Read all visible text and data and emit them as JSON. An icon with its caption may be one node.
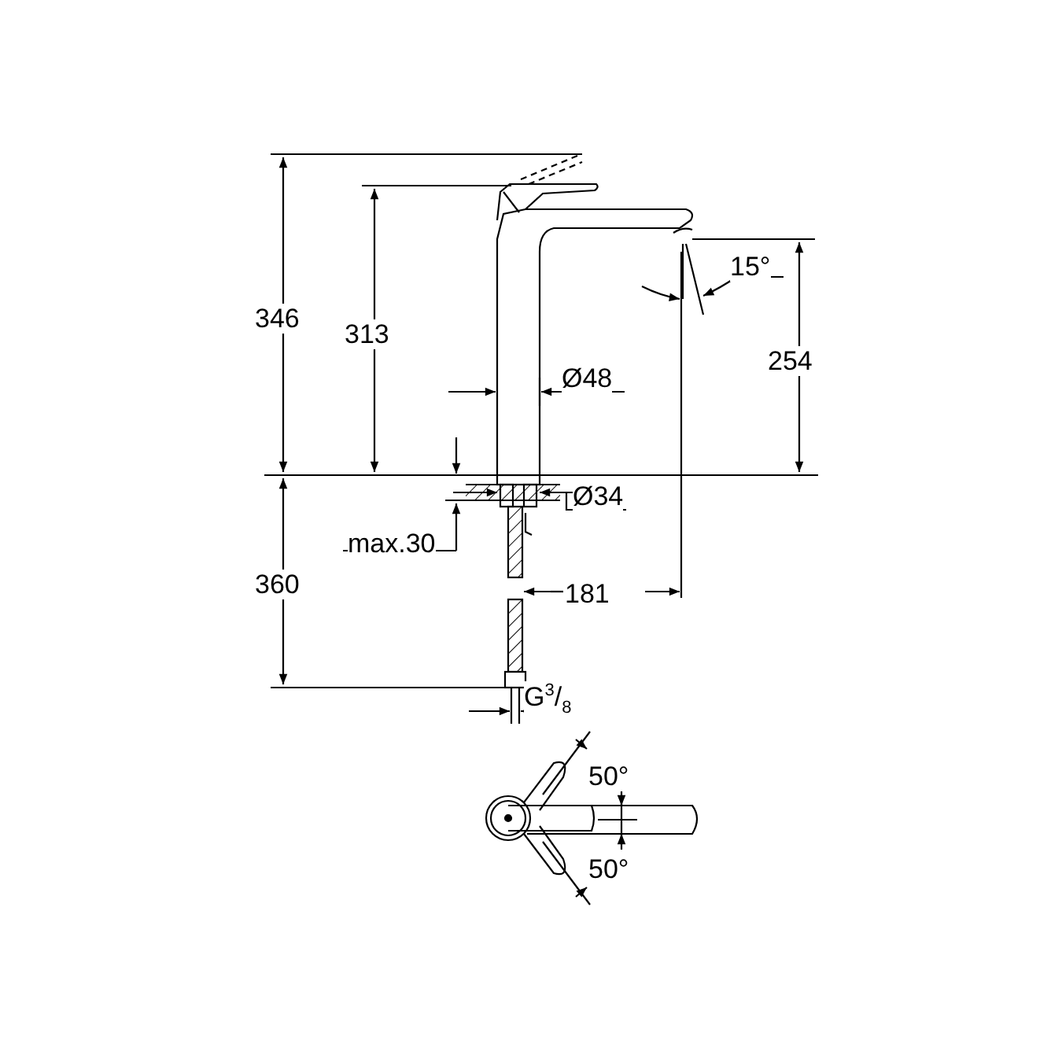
{
  "diagram": {
    "labels": [
      "346",
      "313",
      "Ø48",
      "15°",
      "254",
      "Ø34",
      "max.30",
      "360",
      "181",
      "G$^{3}$/$_{8}$",
      "50°",
      "50°"
    ]
  }
}
